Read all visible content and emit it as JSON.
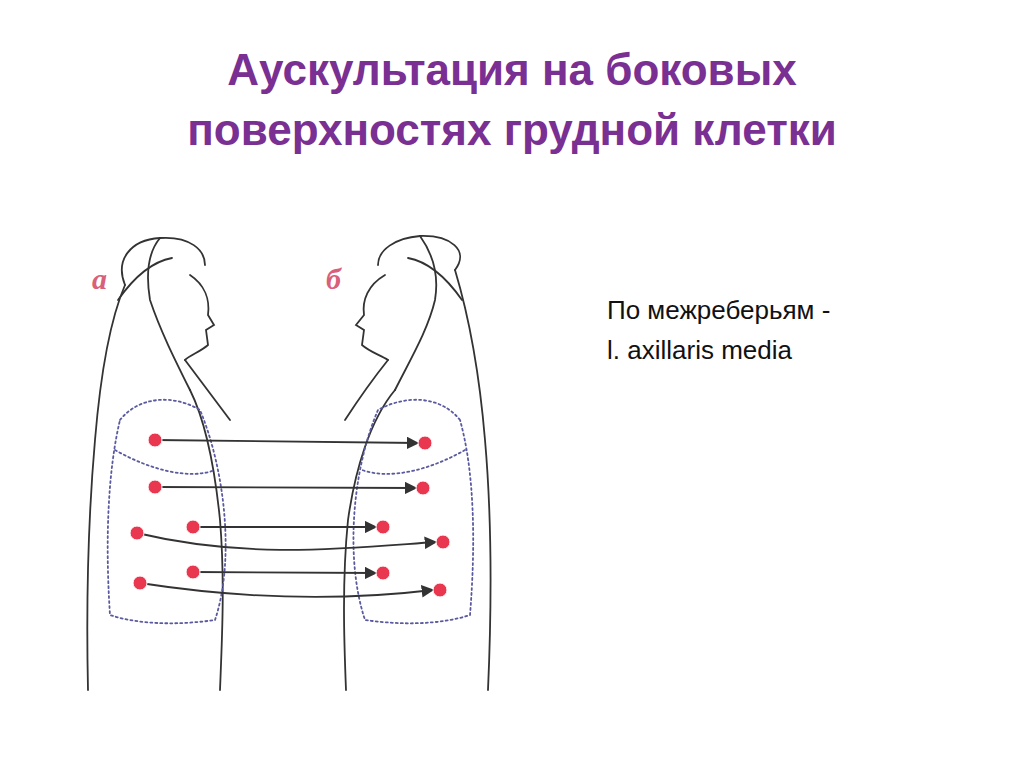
{
  "diagram": {
    "title": "Аускультация на боковых поверхностях грудной клетки",
    "labels": [
      "а",
      "б",
      "По межреберьям - l. axillaris media"
    ]
  }
}
